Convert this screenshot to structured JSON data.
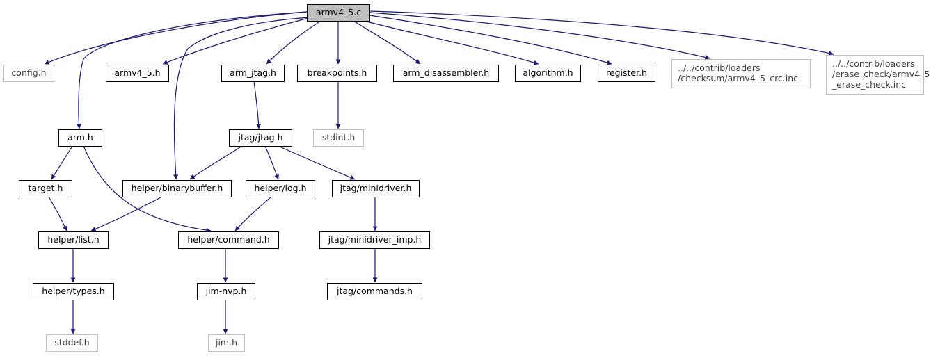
{
  "graph": {
    "colors": {
      "edge": "#191970",
      "node_border": "#000000",
      "missing_border": "#bfbfbf",
      "root_fill": "#bfbfbf",
      "text": "#000000",
      "missing_text": "#404040"
    },
    "nodes": [
      {
        "id": "root",
        "lines": [
          "armv4_5.c"
        ],
        "kind": "root"
      },
      {
        "id": "config",
        "lines": [
          "config.h"
        ],
        "kind": "missing"
      },
      {
        "id": "arm",
        "lines": [
          "arm.h"
        ],
        "kind": "normal"
      },
      {
        "id": "armv45h",
        "lines": [
          "armv4_5.h"
        ],
        "kind": "normal"
      },
      {
        "id": "binarybuffer",
        "lines": [
          "helper/binarybuffer.h"
        ],
        "kind": "normal"
      },
      {
        "id": "armjtag",
        "lines": [
          "arm_jtag.h"
        ],
        "kind": "normal"
      },
      {
        "id": "breakpoints",
        "lines": [
          "breakpoints.h"
        ],
        "kind": "normal"
      },
      {
        "id": "disasm",
        "lines": [
          "arm_disassembler.h"
        ],
        "kind": "normal"
      },
      {
        "id": "algorithm",
        "lines": [
          "algorithm.h"
        ],
        "kind": "normal"
      },
      {
        "id": "register",
        "lines": [
          "register.h"
        ],
        "kind": "normal"
      },
      {
        "id": "crc",
        "lines": [
          "../../contrib/loaders",
          "/checksum/armv4_5_crc.inc"
        ],
        "kind": "missing"
      },
      {
        "id": "erase",
        "lines": [
          "../../contrib/loaders",
          "/erase_check/armv4_5",
          "_erase_check.inc"
        ],
        "kind": "missing"
      },
      {
        "id": "target",
        "lines": [
          "target.h"
        ],
        "kind": "normal"
      },
      {
        "id": "command",
        "lines": [
          "helper/command.h"
        ],
        "kind": "normal"
      },
      {
        "id": "jtag",
        "lines": [
          "jtag/jtag.h"
        ],
        "kind": "normal"
      },
      {
        "id": "stdint",
        "lines": [
          "stdint.h"
        ],
        "kind": "missing"
      },
      {
        "id": "list",
        "lines": [
          "helper/list.h"
        ],
        "kind": "normal"
      },
      {
        "id": "log",
        "lines": [
          "helper/log.h"
        ],
        "kind": "normal"
      },
      {
        "id": "minidriver",
        "lines": [
          "jtag/minidriver.h"
        ],
        "kind": "normal"
      },
      {
        "id": "types",
        "lines": [
          "helper/types.h"
        ],
        "kind": "normal"
      },
      {
        "id": "jimnvp",
        "lines": [
          "jim-nvp.h"
        ],
        "kind": "normal"
      },
      {
        "id": "minidriverimp",
        "lines": [
          "jtag/minidriver_imp.h"
        ],
        "kind": "normal"
      },
      {
        "id": "stddef",
        "lines": [
          "stddef.h"
        ],
        "kind": "missing"
      },
      {
        "id": "jim",
        "lines": [
          "jim.h"
        ],
        "kind": "missing"
      },
      {
        "id": "commands",
        "lines": [
          "jtag/commands.h"
        ],
        "kind": "normal"
      }
    ],
    "edges": [
      {
        "from": "root",
        "to": "config"
      },
      {
        "from": "root",
        "to": "arm"
      },
      {
        "from": "root",
        "to": "armv45h"
      },
      {
        "from": "root",
        "to": "binarybuffer"
      },
      {
        "from": "root",
        "to": "armjtag"
      },
      {
        "from": "root",
        "to": "breakpoints"
      },
      {
        "from": "root",
        "to": "disasm"
      },
      {
        "from": "root",
        "to": "algorithm"
      },
      {
        "from": "root",
        "to": "register"
      },
      {
        "from": "root",
        "to": "crc"
      },
      {
        "from": "root",
        "to": "erase"
      },
      {
        "from": "arm",
        "to": "target"
      },
      {
        "from": "arm",
        "to": "command"
      },
      {
        "from": "armjtag",
        "to": "jtag"
      },
      {
        "from": "breakpoints",
        "to": "stdint"
      },
      {
        "from": "target",
        "to": "list"
      },
      {
        "from": "binarybuffer",
        "to": "list"
      },
      {
        "from": "jtag",
        "to": "binarybuffer"
      },
      {
        "from": "jtag",
        "to": "log"
      },
      {
        "from": "jtag",
        "to": "minidriver"
      },
      {
        "from": "log",
        "to": "command"
      },
      {
        "from": "list",
        "to": "types"
      },
      {
        "from": "command",
        "to": "jimnvp"
      },
      {
        "from": "minidriver",
        "to": "minidriverimp"
      },
      {
        "from": "types",
        "to": "stddef"
      },
      {
        "from": "jimnvp",
        "to": "jim"
      },
      {
        "from": "minidriverimp",
        "to": "commands"
      }
    ]
  }
}
